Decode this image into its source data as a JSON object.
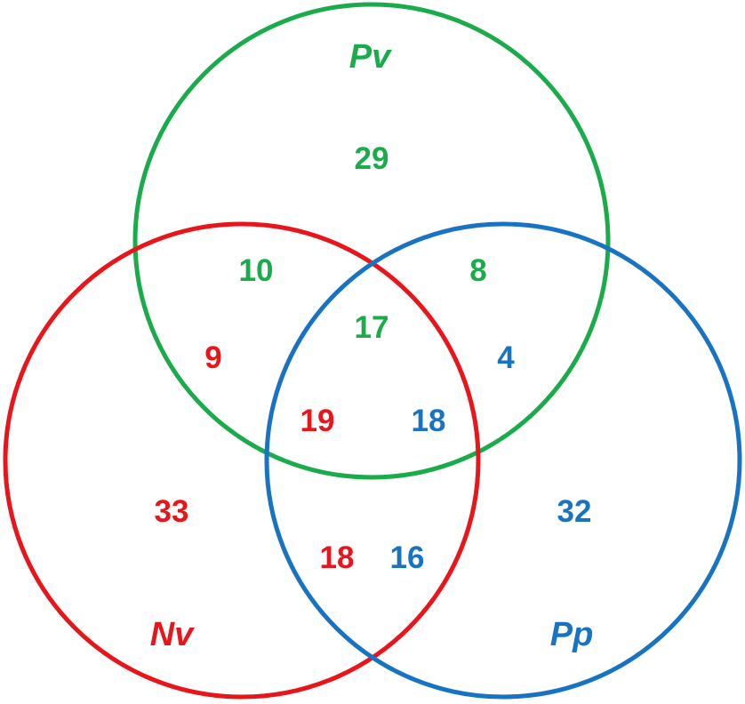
{
  "colors": {
    "pv": "#1aab4a",
    "nv": "#e8151b",
    "pp": "#1874c2"
  },
  "sets": {
    "pv": {
      "name": "Pv"
    },
    "nv": {
      "name": "Nv"
    },
    "pp": {
      "name": "Pp"
    }
  },
  "regions": {
    "pv_only": "29",
    "pv_nv": "10",
    "pv_pp": "8",
    "center_pv": "17",
    "nv_side_upper": "9",
    "pp_side_upper": "4",
    "center_nv": "19",
    "center_pp": "18",
    "nv_only": "33",
    "pp_only": "32",
    "nv_pp_nv": "18",
    "nv_pp_pp": "16"
  }
}
